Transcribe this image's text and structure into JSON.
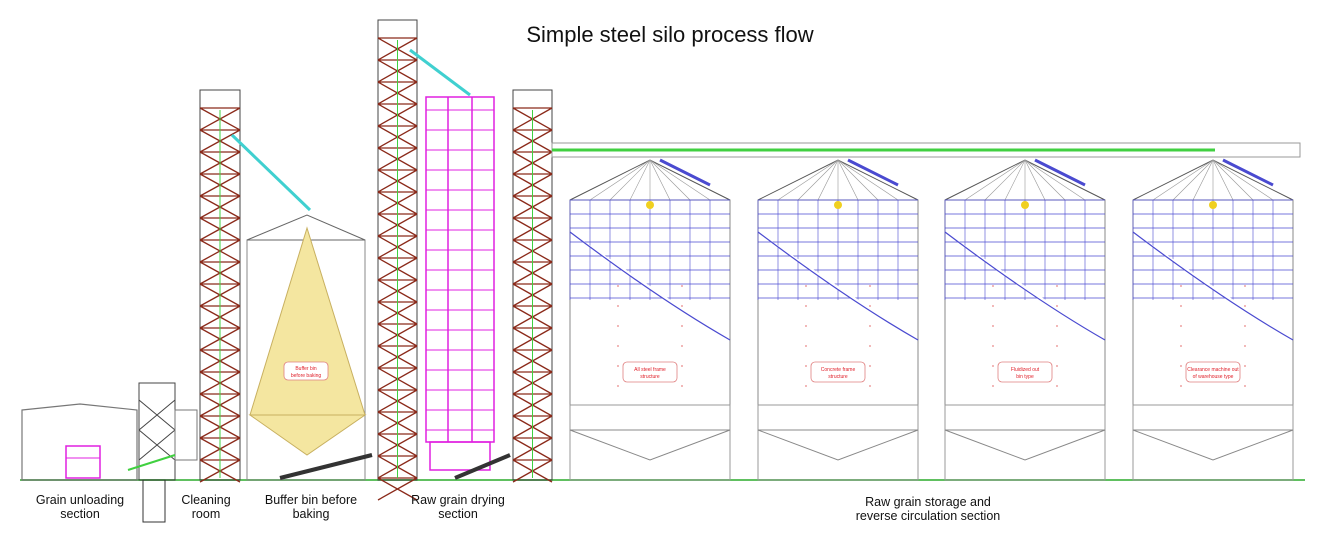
{
  "title": "Simple steel silo process flow",
  "sections": [
    {
      "line1": "Grain unloading",
      "line2": "section"
    },
    {
      "line1": "Cleaning",
      "line2": "room"
    },
    {
      "line1": "Buffer bin before",
      "line2": "baking"
    },
    {
      "line1": "Raw grain drying",
      "line2": "section"
    },
    {
      "line1": "Raw grain storage and",
      "line2": "reverse circulation section"
    }
  ],
  "buffer_tag": {
    "line1": "Buffer bin",
    "line2": "before baking"
  },
  "silos": [
    {
      "line1": "All steel frame",
      "line2": "structure"
    },
    {
      "line1": "Concrete frame",
      "line2": "structure"
    },
    {
      "line1": "Fluidized out",
      "line2": "bin type"
    },
    {
      "line1": "Clearance machine out",
      "line2": "of warehouse type"
    }
  ],
  "colors": {
    "tower": "#8b2a1a",
    "dryer": "#e020e0",
    "bin": "#f4e6a0",
    "silo_wall": "#4a4ad0",
    "conveyor": "#40d040",
    "tag": "#e0202a"
  }
}
